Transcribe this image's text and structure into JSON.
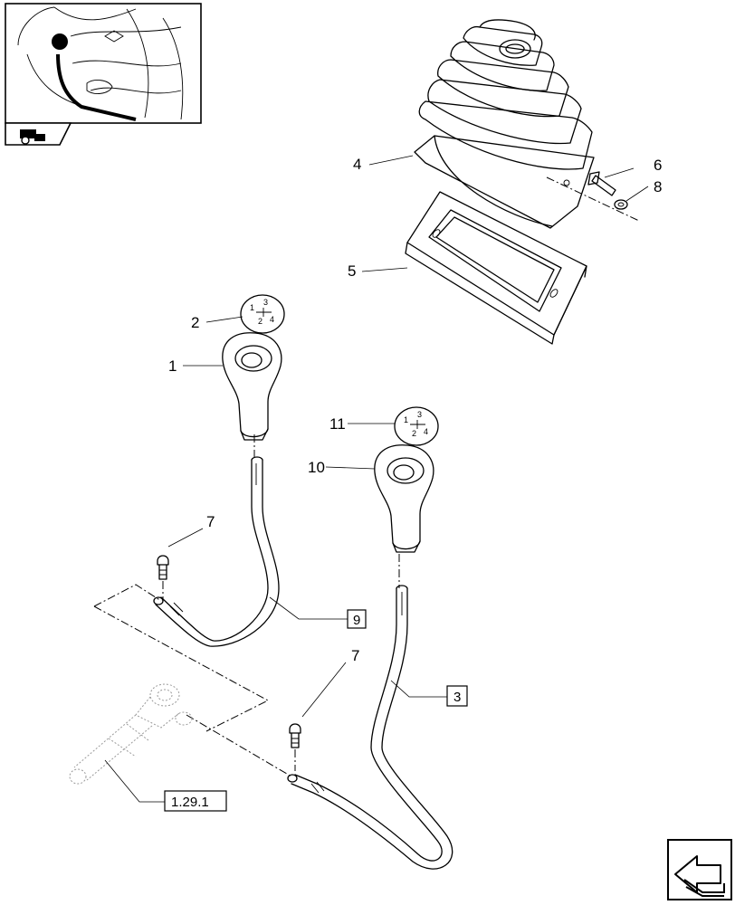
{
  "callouts": {
    "c1": "1",
    "c2": "2",
    "c4": "4",
    "c5": "5",
    "c6": "6",
    "c7a": "7",
    "c7b": "7",
    "c8": "8",
    "c10": "10",
    "c11": "11"
  },
  "refs": {
    "r9": "9",
    "r3": "3",
    "r129": "1.29.1"
  },
  "knob_pattern": [
    "1",
    "3",
    "2",
    "4"
  ]
}
